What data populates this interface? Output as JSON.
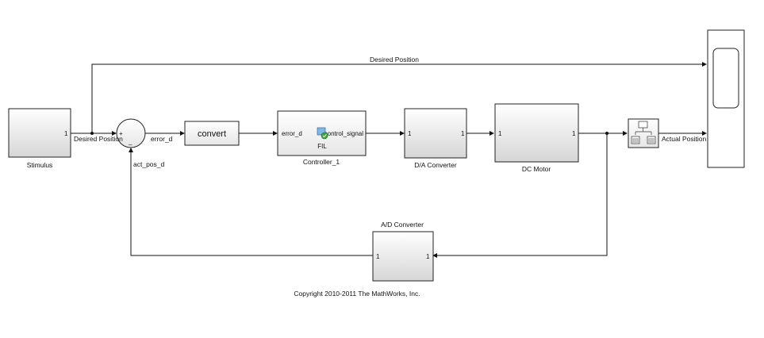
{
  "blocks": {
    "stimulus": {
      "name": "Stimulus",
      "out_port": "1"
    },
    "sum": {
      "plus_sign": "+",
      "minus_sign": "_"
    },
    "convert": {
      "label": "convert"
    },
    "controller": {
      "name": "Controller_1",
      "in_port": "error_d",
      "out_port": "control_signal",
      "tag": "FIL"
    },
    "da_converter": {
      "name": "D/A Converter",
      "in_port": "1",
      "out_port": "1"
    },
    "dc_motor": {
      "name": "DC Motor",
      "in_port": "1",
      "out_port": "1"
    },
    "ad_converter": {
      "name": "A/D Converter",
      "in_port": "1",
      "out_port": "1"
    }
  },
  "signals": {
    "desired_position_top": "Desired Position",
    "desired_position": "Desired Position",
    "error": "error_d",
    "act_pos": "act_pos_d",
    "actual_position": "Actual Position"
  },
  "footer": {
    "copyright": "Copyright 2010-2011 The MathWorks, Inc."
  },
  "colors": {
    "block_top": "#ffffff",
    "block_bottom": "#d9d9d9",
    "wire": "#111111"
  }
}
